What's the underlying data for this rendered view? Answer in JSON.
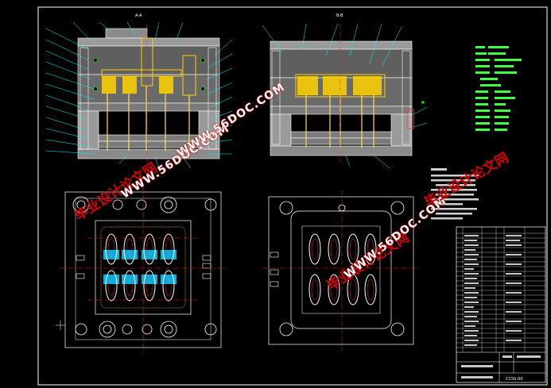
{
  "colors": {
    "background": "#000000",
    "frame": "#ffffff",
    "leader": "#00ffff",
    "cavity": "#00c8ff",
    "insert": "#ffd200",
    "centerline": "#ff2020",
    "pin": "#ffe060",
    "plate_fill": "#8a8a8a",
    "notes_text": "#40ff40",
    "watermark_red": "#d40000"
  },
  "views": {
    "section_left_label": "A-A",
    "section_right_label": "B-B"
  },
  "watermarks": [
    {
      "text": "毕业设计论文网",
      "style": "red"
    },
    {
      "text": "WWW.56DOC.COM",
      "style": "white"
    },
    {
      "text": "毕业设计论文网",
      "style": "red"
    },
    {
      "text": "WWW.56DOC.COM",
      "style": "white"
    },
    {
      "text": "毕业设计论文网",
      "style": "red"
    },
    {
      "text": "WWW.56DOC.COM",
      "style": "white"
    }
  ],
  "title_block": {
    "drawing_no": "CCSS-00"
  }
}
